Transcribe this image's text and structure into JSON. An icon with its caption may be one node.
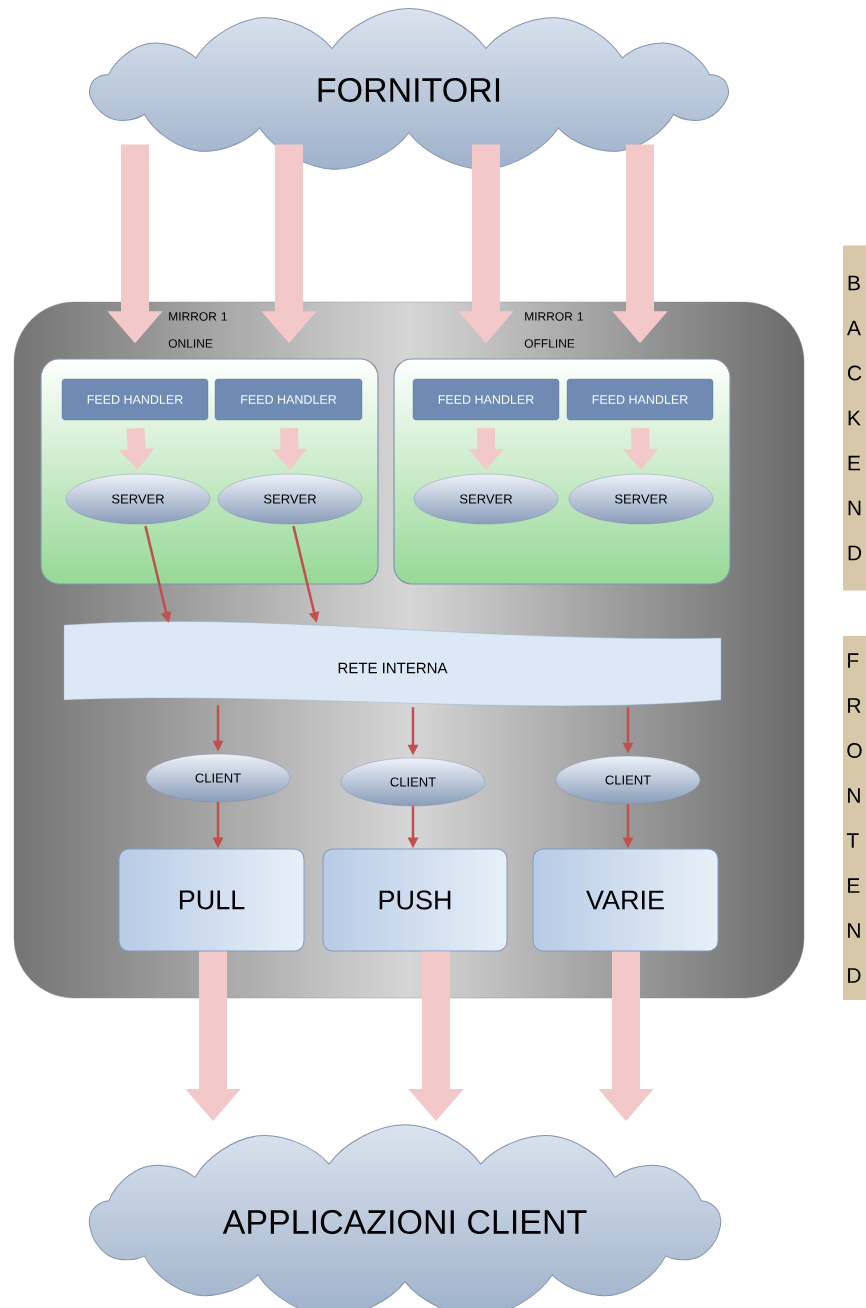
{
  "diagram": {
    "nodes": [
      {
        "text": [
          "FORNITORI"
        ]
      },
      {
        "text": [],
        "shape": "box"
      },
      {
        "text": [
          "MIRROR 1 ONLINE"
        ],
        "in": 1
      },
      {
        "text": [
          "MIRROR 1 OFFLINE"
        ],
        "in": 1
      },
      {
        "text": [
          "FEED HANDLER"
        ],
        "in": 2
      },
      {
        "text": [
          "FEED HANDLER"
        ],
        "in": 2
      },
      {
        "text": [
          "FEED HANDLER"
        ],
        "in": 3
      },
      {
        "text": [
          "FEED HANDLER"
        ],
        "in": 3
      },
      {
        "text": [
          "SERVER"
        ],
        "in": 2
      },
      {
        "text": [
          "SERVER"
        ],
        "in": 2
      },
      {
        "text": [
          "SERVER"
        ],
        "in": 3
      },
      {
        "text": [
          "SERVER"
        ],
        "in": 3
      },
      {
        "text": [
          "RETE INTERNA"
        ],
        "in": 1
      },
      {
        "text": [
          "CLIENT"
        ],
        "in": 1
      },
      {
        "text": [
          "CLIENT"
        ],
        "in": 1
      },
      {
        "text": [
          "CLIENT"
        ],
        "in": 1
      },
      {
        "text": [
          "PULL"
        ],
        "in": 1
      },
      {
        "text": [
          "PUSH"
        ],
        "in": 1
      },
      {
        "text": [
          "VARIE"
        ],
        "in": 1
      },
      {
        "text": [
          "APPLICAZIONI CLIENT"
        ]
      },
      {
        "text": [
          "B",
          "A",
          "C",
          "K",
          "E",
          "N",
          "D"
        ]
      },
      {
        "text": [
          "F",
          "R",
          "O",
          "N",
          "T",
          "E",
          "N",
          "D"
        ]
      }
    ],
    "edges": [
      {
        "from": 0,
        "to": 2,
        "arrow": "to"
      },
      {
        "from": 0,
        "to": 2,
        "arrow": "to"
      },
      {
        "from": 0,
        "to": 3,
        "arrow": "to"
      },
      {
        "from": 0,
        "to": 3,
        "arrow": "to"
      },
      {
        "from": 4,
        "to": 8,
        "arrow": "to"
      },
      {
        "from": 5,
        "to": 9,
        "arrow": "to"
      },
      {
        "from": 6,
        "to": 10,
        "arrow": "to"
      },
      {
        "from": 7,
        "to": 11,
        "arrow": "to"
      },
      {
        "from": 8,
        "to": 12,
        "arrow": "to",
        "color": "#c0504d"
      },
      {
        "from": 9,
        "to": 12,
        "arrow": "to",
        "color": "#c0504d"
      },
      {
        "from": 12,
        "to": 13,
        "arrow": "to",
        "color": "#c0504d"
      },
      {
        "from": 12,
        "to": 14,
        "arrow": "to",
        "color": "#c0504d"
      },
      {
        "from": 12,
        "to": 15,
        "arrow": "to",
        "color": "#c0504d"
      },
      {
        "from": 13,
        "to": 16,
        "arrow": "to",
        "color": "#c0504d"
      },
      {
        "from": 14,
        "to": 17,
        "arrow": "to",
        "color": "#c0504d"
      },
      {
        "from": 15,
        "to": 18,
        "arrow": "to",
        "color": "#c0504d"
      },
      {
        "from": 16,
        "to": 19,
        "arrow": "to"
      },
      {
        "from": 17,
        "to": 19,
        "arrow": "to"
      },
      {
        "from": 18,
        "to": 19,
        "arrow": "to"
      }
    ]
  }
}
